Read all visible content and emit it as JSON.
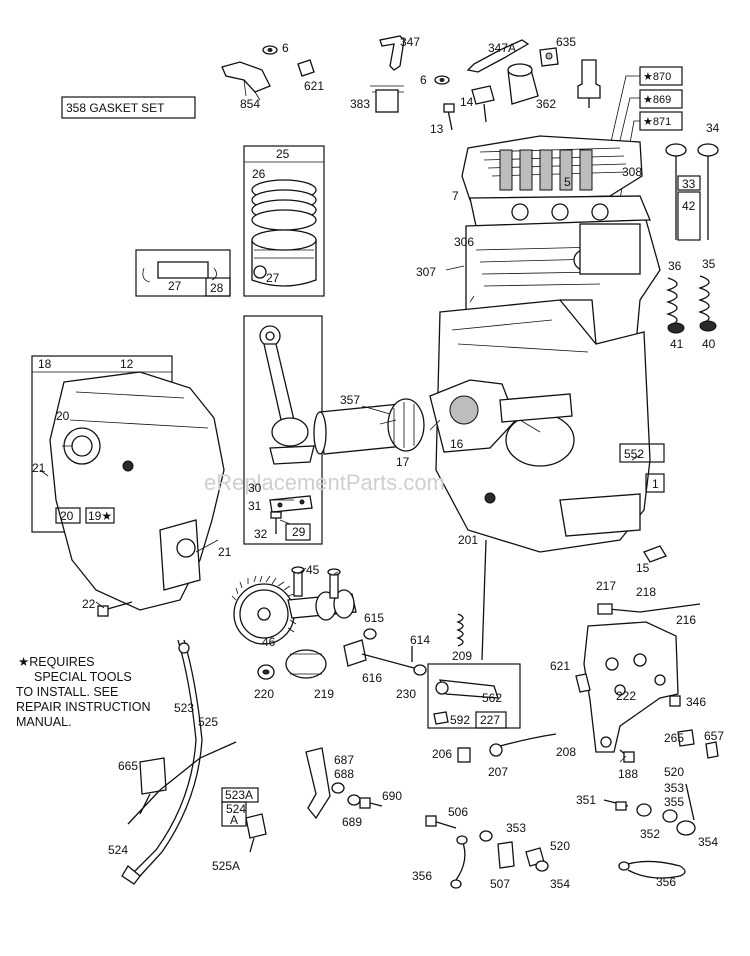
{
  "gasket_set_label": "358 GASKET SET",
  "watermark": "eReplacementParts.com",
  "note_lines": [
    "★REQUIRES",
    "SPECIAL TOOLS",
    "TO INSTALL. SEE",
    "REPAIR INSTRUCTION",
    "MANUAL."
  ],
  "callouts": {
    "p6a": "6",
    "p621a": "621",
    "p854": "854",
    "p347": "347",
    "p347A": "347A",
    "p635": "635",
    "p6b": "6",
    "p383": "383",
    "p14": "14",
    "p362": "362",
    "p13": "13",
    "p870": "★870",
    "p869": "★869",
    "p871": "★871",
    "p34": "34",
    "p33": "33",
    "p42": "42",
    "p25": "25",
    "p26": "26",
    "p27a": "27",
    "p27b": "27",
    "p28": "28",
    "p5": "5",
    "p308": "308",
    "p7": "7",
    "p306": "306",
    "p307": "307",
    "p36": "36",
    "p35": "35",
    "p41": "41",
    "p40": "40",
    "p18": "18",
    "p12": "12",
    "p20a": "20",
    "p20b": "20",
    "p19": "19★",
    "p21a": "21",
    "p21b": "21",
    "p22": "22",
    "p357": "357",
    "p17": "17",
    "p16": "16",
    "p552": "552",
    "p1": "1",
    "p30": "30",
    "p31": "31",
    "p32": "32",
    "p29": "29",
    "p45": "45",
    "p46": "46",
    "p15": "15",
    "p201": "201",
    "p615": "615",
    "p614": "614",
    "p616": "616",
    "p209": "209",
    "p220": "220",
    "p219": "219",
    "p230": "230",
    "p562": "562",
    "p592": "592",
    "p227": "227",
    "p217": "217",
    "p218": "218",
    "p216": "216",
    "p621b": "621",
    "p222": "222",
    "p346": "346",
    "p523": "523",
    "p525": "525",
    "p665": "665",
    "p524a": "524",
    "p687": "687",
    "p688": "688",
    "p689": "689",
    "p690": "690",
    "p206": "206",
    "p207": "207",
    "p208": "208",
    "p265": "265",
    "p657": "657",
    "p188": "188",
    "p520a": "520",
    "p353a": "353",
    "p355": "355",
    "p351": "351",
    "p352": "352",
    "p354a": "354",
    "p523A": "523A",
    "p524b": "524",
    "p524A": "A",
    "p525A": "525A",
    "p506": "506",
    "p353b": "353",
    "p520b": "520",
    "p356a": "356",
    "p507": "507",
    "p354b": "354",
    "p356b": "356"
  }
}
